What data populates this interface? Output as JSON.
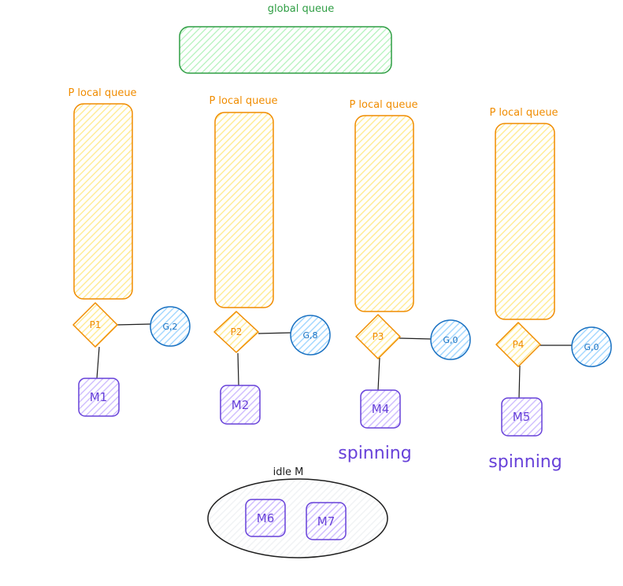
{
  "global_queue": {
    "label": "global queue"
  },
  "processors": [
    {
      "local_queue_label": "P local queue",
      "p_label": "P1",
      "g_label": "G,2",
      "m_label": "M1",
      "status": ""
    },
    {
      "local_queue_label": "P local queue",
      "p_label": "P2",
      "g_label": "G,8",
      "m_label": "M2",
      "status": ""
    },
    {
      "local_queue_label": "P local queue",
      "p_label": "P3",
      "g_label": "G,0",
      "m_label": "M4",
      "status": "spinning"
    },
    {
      "local_queue_label": "P local queue",
      "p_label": "P4",
      "g_label": "G,0",
      "m_label": "M5",
      "status": "spinning"
    }
  ],
  "idle_pool": {
    "label": "idle M",
    "machines": [
      "M6",
      "M7"
    ]
  },
  "colors": {
    "green_stroke": "#2f9e44",
    "green_fill": "#b2f2bb",
    "orange_stroke": "#f08c00",
    "orange_fill": "#ffec99",
    "blue_stroke": "#1971c2",
    "blue_fill": "#a5d8ff",
    "purple_stroke": "#6741d9",
    "purple_fill": "#d0bfff",
    "dark_stroke": "#1e1e1e"
  }
}
